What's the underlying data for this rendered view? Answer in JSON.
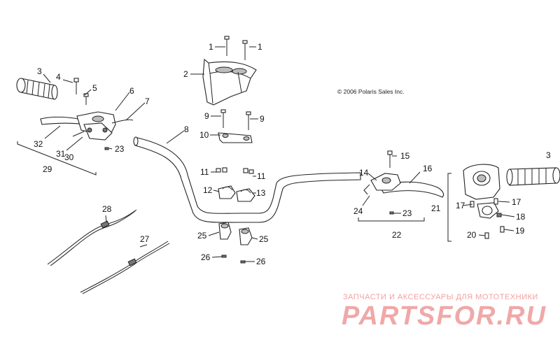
{
  "copyright": "© 2006 Polaris Sales Inc.",
  "watermark": {
    "tagline": "ЗАПЧАСТИ И АКСЕССУАРЫ ДЛЯ МОТОТЕХНИКИ",
    "logo": "PARTSFOR.RU"
  },
  "callouts": {
    "c1a": "1",
    "c1b": "1",
    "c2": "2",
    "c3a": "3",
    "c3b": "3",
    "c4": "4",
    "c5": "5",
    "c6": "6",
    "c7": "7",
    "c8": "8",
    "c9a": "9",
    "c9b": "9",
    "c10": "10",
    "c11a": "11",
    "c11b": "11",
    "c12": "12",
    "c13": "13",
    "c14": "14",
    "c15": "15",
    "c16": "16",
    "c17a": "17",
    "c17b": "17",
    "c18": "18",
    "c19": "19",
    "c20": "20",
    "c21": "21",
    "c22": "22",
    "c23a": "23",
    "c23b": "23",
    "c24": "24",
    "c25a": "25",
    "c25b": "25",
    "c26a": "26",
    "c26b": "26",
    "c27": "27",
    "c28": "28",
    "c29": "29",
    "c30": "30",
    "c31": "31",
    "c32": "32"
  }
}
